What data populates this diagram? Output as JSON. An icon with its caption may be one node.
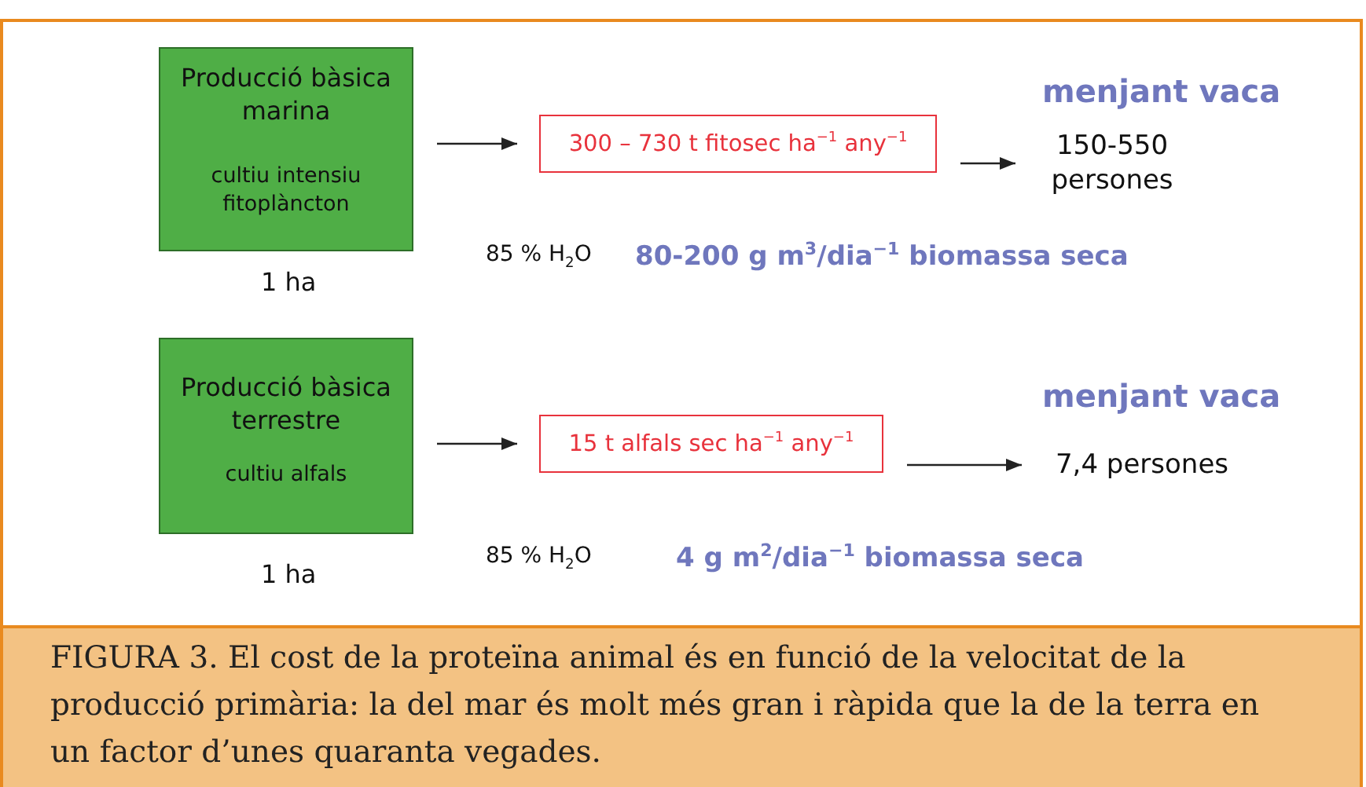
{
  "diagram": {
    "caption": "FIGURA 3. El cost de la proteïna animal és en funció de la velocitat de la producció primària: la del mar és molt més gran i ràpida que la de la terra en un factor d’unes quaranta vegades.",
    "nodes": [
      {
        "text": [
          "Producció bàsica marina",
          "cultiu intensiu fitoplàncton"
        ],
        "beside": [
          "1 ha"
        ]
      },
      {
        "text": [
          "300 – 730 t fitosec  ha$^{−1}$ any$^{−1}$"
        ]
      },
      {
        "text": [
          "150-550 persones"
        ]
      },
      {
        "text": [
          "Producció bàsica terrestre",
          "cultiu alfals"
        ],
        "beside": [
          "1 ha"
        ]
      },
      {
        "text": [
          "15 t alfals sec  ha$^{−1}$ any$^{−1}$"
        ]
      },
      {
        "text": [
          "7,4 persones"
        ]
      }
    ],
    "edges": [
      {
        "from": 0,
        "to": 1,
        "arrow": "to"
      },
      {
        "from": 1,
        "to": 2,
        "arrow": "to"
      },
      {
        "from": 3,
        "to": 4,
        "arrow": "to"
      },
      {
        "from": 4,
        "to": 5,
        "arrow": "to"
      }
    ],
    "labels": [
      "menjant vaca",
      "85 % H$_{2}$O",
      "80-200 g m$^{3}$/dia$^{−1}$ biomassa seca",
      "menjant vaca",
      "85 % H$_{2}$O",
      "4 g m$^{2}$/dia$^{−1}$ biomassa seca"
    ]
  }
}
